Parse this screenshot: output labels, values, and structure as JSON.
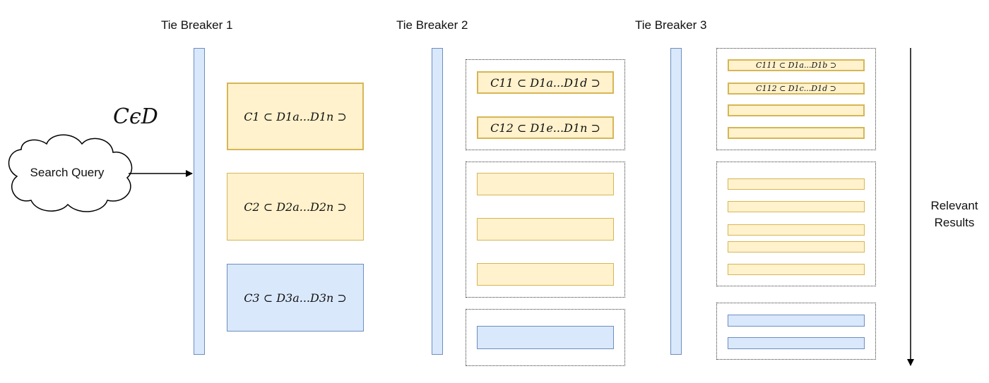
{
  "headers": {
    "tb1": "Tie Breaker 1",
    "tb2": "Tie Breaker 2",
    "tb3": "Tie Breaker 3"
  },
  "formula": "CϵD",
  "query": "Search Query",
  "col1": {
    "c1": "C1 ⊂ D1a...D1n ⊃",
    "c2": "C2 ⊂ D2a...D2n ⊃",
    "c3": "C3 ⊂ D3a...D3n ⊃"
  },
  "col2": {
    "c11": "C11 ⊂ D1a...D1d ⊃",
    "c12": "C12 ⊂ D1e...D1n ⊃"
  },
  "col3": {
    "c111": "C111 ⊂ D1a...D1b ⊃",
    "c112": "C112 ⊂ D1c...D1d ⊃"
  },
  "side": {
    "line1": "Relevant",
    "line2": "Results"
  },
  "colors": {
    "orange_fill": "#fff2cc",
    "orange_stroke": "#d6b656",
    "blue_fill": "#dae8fc",
    "blue_stroke": "#6c8ebf"
  }
}
